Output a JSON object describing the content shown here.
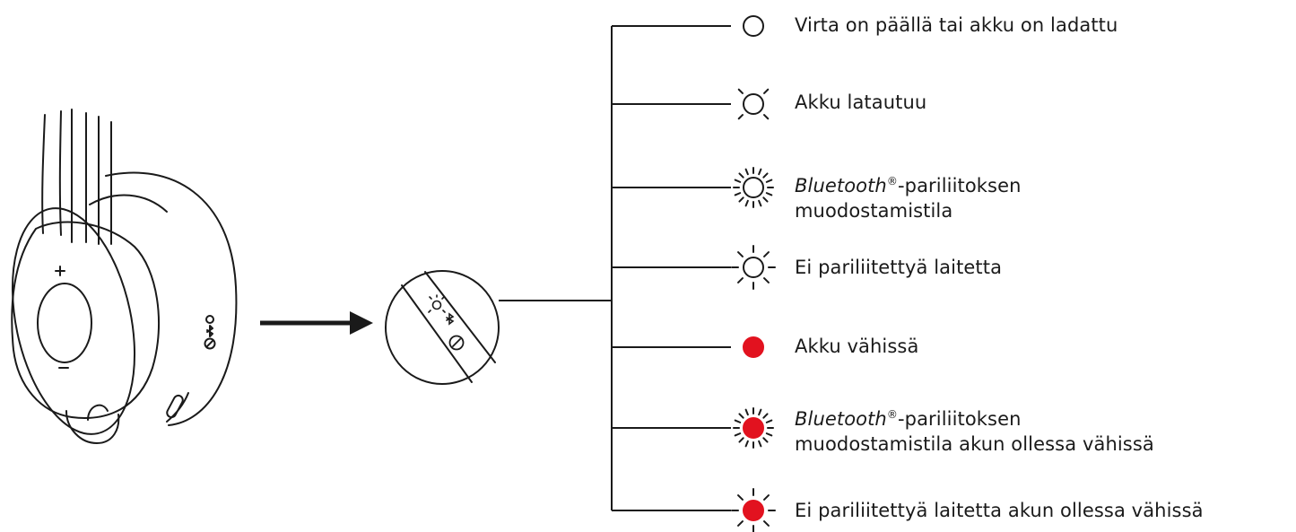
{
  "colors": {
    "line": "#1a1a1a",
    "led_red": "#e2121f",
    "background": "#ffffff"
  },
  "headset_labels": {
    "plus": "+",
    "minus": "–"
  },
  "legend": [
    {
      "id": "power-on",
      "led": "white-solid",
      "text": "Virta on päällä tai akku on ladattu"
    },
    {
      "id": "charging",
      "led": "white-pulsing",
      "text": "Akku latautuu"
    },
    {
      "id": "bt-pairing",
      "led": "white-fast-blink",
      "brand": "Bluetooth",
      "mark": "®",
      "text": "-pariliitoksen",
      "text_line2": "muodostamistila"
    },
    {
      "id": "no-device",
      "led": "white-slow-blink",
      "text": "Ei pariliitettyä laitetta"
    },
    {
      "id": "battery-low",
      "led": "red-solid",
      "text": "Akku vähissä"
    },
    {
      "id": "bt-pairing-low",
      "led": "red-fast-blink",
      "brand": "Bluetooth",
      "mark": "®",
      "text": "-pariliitoksen",
      "text_line2": "muodostamistila akun ollessa vähissä"
    },
    {
      "id": "no-device-low",
      "led": "red-slow-blink",
      "text": "Ei pariliitettyä laitetta akun ollessa vähissä"
    }
  ]
}
